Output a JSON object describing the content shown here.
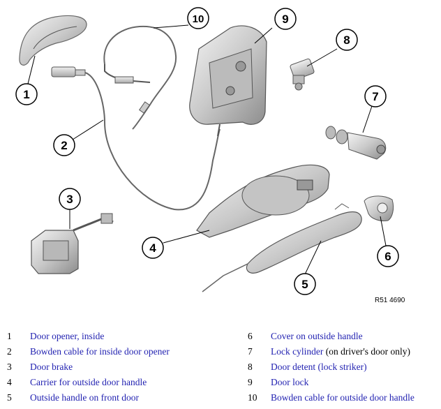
{
  "reference_code": "R51 4690",
  "callouts": [
    "1",
    "2",
    "3",
    "4",
    "5",
    "6",
    "7",
    "8",
    "9",
    "10"
  ],
  "legend": [
    {
      "num": "1",
      "text": "Door opener, inside",
      "note": ""
    },
    {
      "num": "2",
      "text": "Bowden cable for inside door opener",
      "note": ""
    },
    {
      "num": "3",
      "text": "Door brake",
      "note": ""
    },
    {
      "num": "4",
      "text": "Carrier for outside door handle",
      "note": ""
    },
    {
      "num": "5",
      "text": "Outside handle on front door",
      "note": ""
    },
    {
      "num": "6",
      "text": "Cover on outside handle",
      "note": ""
    },
    {
      "num": "7",
      "text": "Lock cylinder",
      "note": " (on driver's door only)"
    },
    {
      "num": "8",
      "text": "Door detent (lock striker)",
      "note": ""
    },
    {
      "num": "9",
      "text": "Door lock",
      "note": ""
    },
    {
      "num": "10",
      "text": "Bowden cable for outside door handle",
      "note": ""
    }
  ],
  "colors": {
    "legend_text": "#1f1fb0",
    "line": "#000000"
  }
}
